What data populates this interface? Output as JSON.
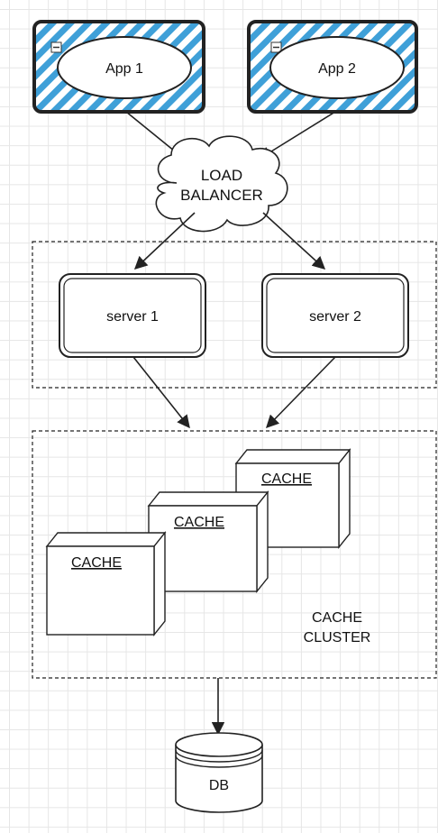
{
  "apps": [
    {
      "label": "App 1"
    },
    {
      "label": "App 2"
    }
  ],
  "load_balancer": {
    "line1": "LOAD",
    "line2": "BALANCER"
  },
  "servers": [
    {
      "label": "server 1"
    },
    {
      "label": "server 2"
    }
  ],
  "caches": [
    {
      "label": "CACHE"
    },
    {
      "label": "CACHE"
    },
    {
      "label": "CACHE"
    }
  ],
  "cache_cluster": {
    "line1": "CACHE",
    "line2": "CLUSTER"
  },
  "db": {
    "label": "DB"
  },
  "colors": {
    "hatch_blue": "#3fa0d8",
    "grid": "#e6e6e6",
    "stroke": "#222222"
  }
}
